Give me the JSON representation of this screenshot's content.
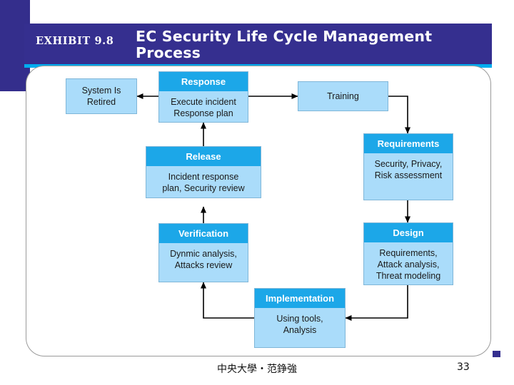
{
  "slide": {
    "exhibit_label": "EXHIBIT 9.8",
    "title": "EC Security Life Cycle Management Process",
    "footer_text": "中央大學・范錚強",
    "page_number": "33",
    "colors": {
      "header_purple": "#352f8f",
      "header_underline_blue": "#00adef",
      "node_header_blue": "#1ca7e8",
      "node_body_blue": "#aadcfa",
      "arrow_black": "#000000"
    }
  },
  "diagram": {
    "type": "cycle-flowchart",
    "nodes": [
      {
        "id": "system-retired",
        "title": "",
        "body": "System Is\nRetired",
        "has_header": false
      },
      {
        "id": "response",
        "title": "Response",
        "body": "Execute incident\nResponse plan",
        "has_header": true
      },
      {
        "id": "training",
        "title": "",
        "body": "Training",
        "has_header": false
      },
      {
        "id": "requirements",
        "title": "Requirements",
        "body": "Security, Privacy,\nRisk assessment",
        "has_header": true
      },
      {
        "id": "design",
        "title": "Design",
        "body": "Requirements,\nAttack analysis,\nThreat modeling",
        "has_header": true
      },
      {
        "id": "implementation",
        "title": "Implementation",
        "body": "Using tools,\nAnalysis",
        "has_header": true
      },
      {
        "id": "verification",
        "title": "Verification",
        "body": "Dynmic analysis,\nAttacks review",
        "has_header": true
      },
      {
        "id": "release",
        "title": "Release",
        "body": "Incident response\nplan, Security review",
        "has_header": true
      }
    ],
    "edges": [
      {
        "from": "response",
        "to": "system-retired"
      },
      {
        "from": "response",
        "to": "training"
      },
      {
        "from": "training",
        "to": "requirements"
      },
      {
        "from": "requirements",
        "to": "design"
      },
      {
        "from": "design",
        "to": "implementation"
      },
      {
        "from": "implementation",
        "to": "verification"
      },
      {
        "from": "verification",
        "to": "release"
      },
      {
        "from": "release",
        "to": "response"
      }
    ]
  }
}
